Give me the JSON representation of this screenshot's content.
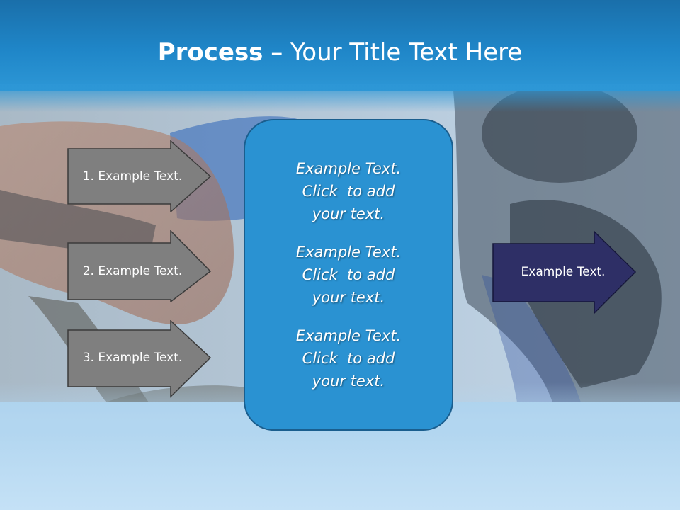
{
  "title": {
    "bold": "Process",
    "rest": " – Your Title Text Here"
  },
  "steps": [
    {
      "label": "1. Example Text."
    },
    {
      "label": "2. Example Text."
    },
    {
      "label": "3. Example Text."
    }
  ],
  "center": {
    "paragraphs": [
      {
        "line1": "Example Text.",
        "line2": "Click  to add",
        "line3": "your text."
      },
      {
        "line1": "Example Text.",
        "line2": "Click  to add",
        "line3": "your text."
      },
      {
        "line1": "Example Text.",
        "line2": "Click  to add",
        "line3": "your text."
      }
    ]
  },
  "result": {
    "label": "Example Text."
  },
  "colors": {
    "header": "#1f86c8",
    "step_arrow": "#7f7f7f",
    "center_box": "#2a92d2",
    "result_arrow": "#2e2f66"
  }
}
